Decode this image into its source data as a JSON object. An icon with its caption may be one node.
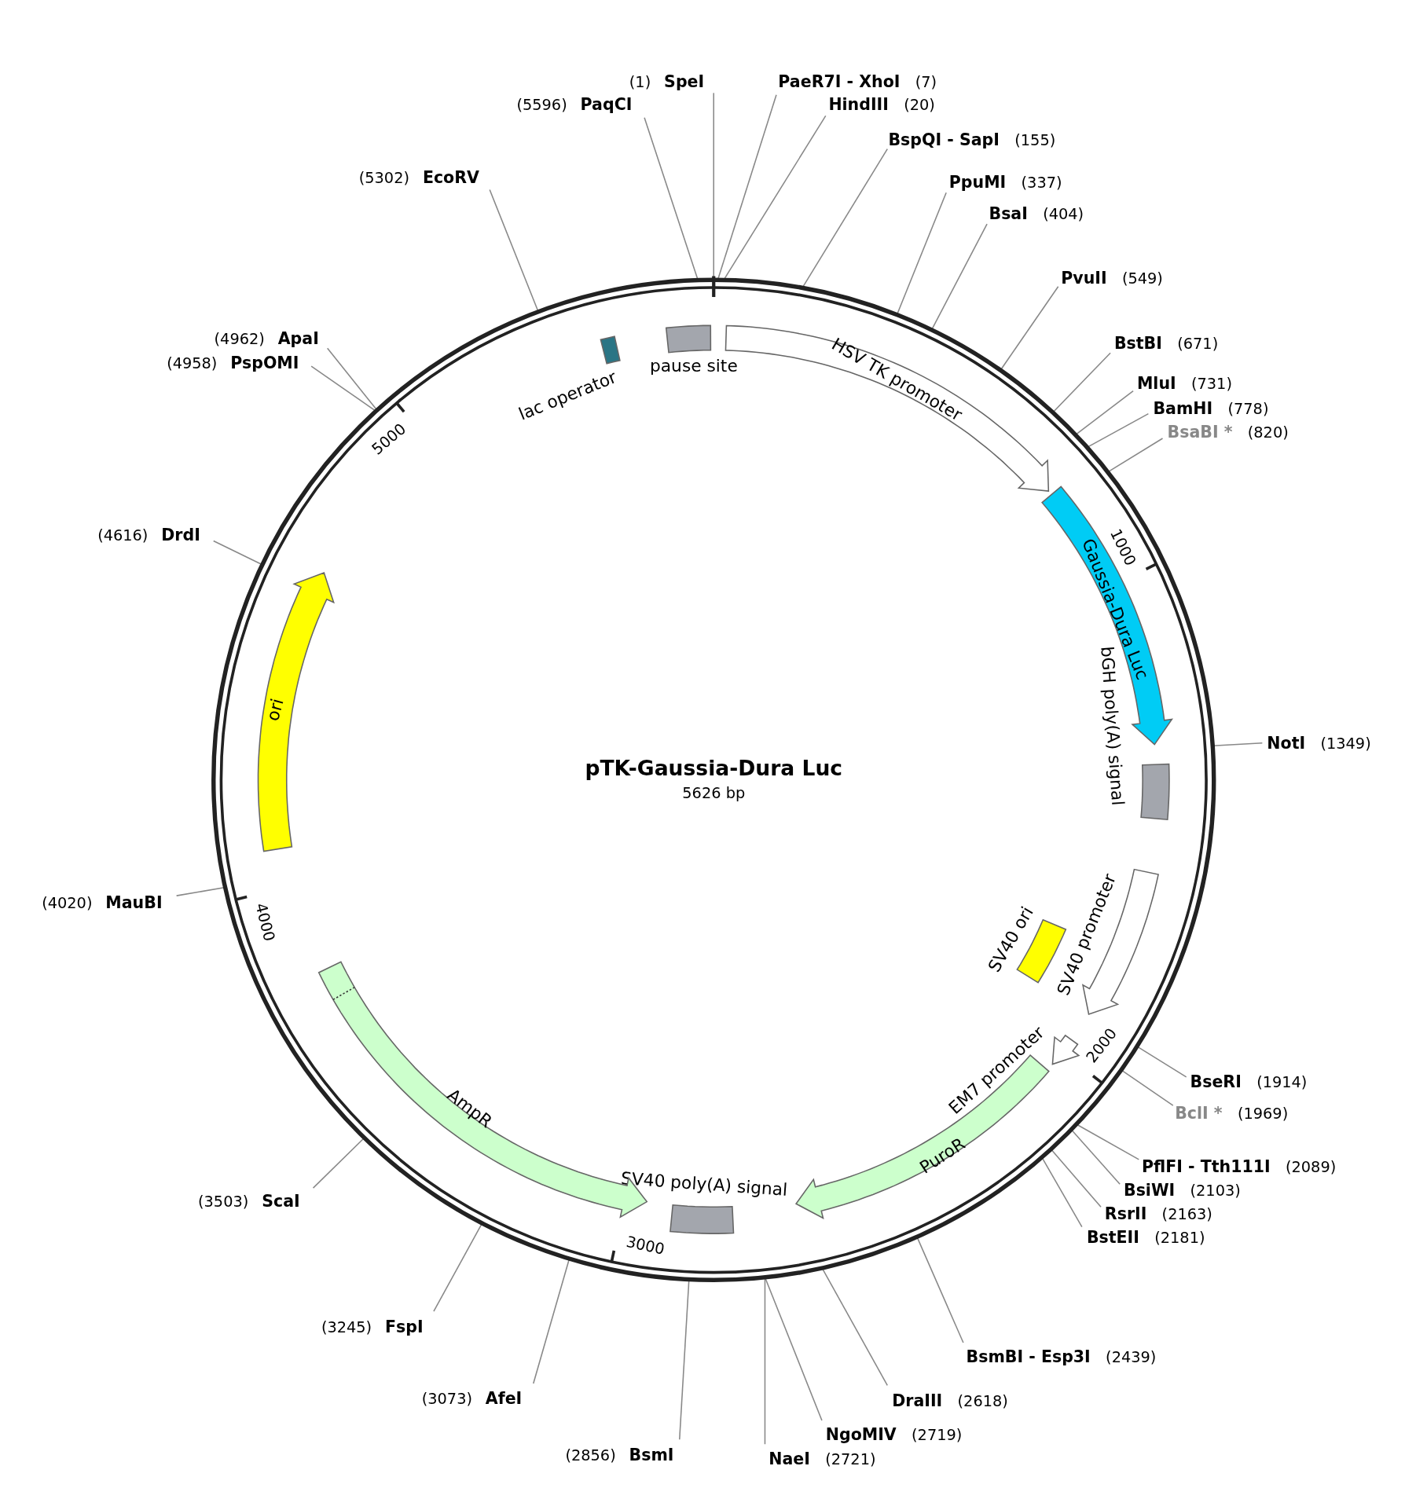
{
  "diagram": {
    "nodes": [
      {
        "text": [
          "pTK-Gaussia-Dura Luc",
          "5626 bp"
        ]
      },
      {
        "text": [
          "HSV TK promoter"
        ],
        "in": 0
      },
      {
        "text": [
          "Gaussia-Dura Luc"
        ],
        "in": 0
      },
      {
        "text": [
          "bGH poly(A) signal"
        ],
        "in": 0
      },
      {
        "text": [
          "SV40 promoter"
        ],
        "in": 0
      },
      {
        "text": [
          "SV40 ori"
        ],
        "in": 0
      },
      {
        "text": [
          "EM7 promoter"
        ],
        "in": 0
      },
      {
        "text": [
          "PuroR"
        ],
        "in": 0
      },
      {
        "text": [
          "SV40 poly(A) signal"
        ],
        "in": 0
      },
      {
        "text": [
          "AmpR"
        ],
        "in": 0
      },
      {
        "text": [
          "ori"
        ],
        "in": 0
      },
      {
        "text": [
          "lac operator"
        ],
        "in": 0
      },
      {
        "text": [
          "pause site"
        ],
        "in": 0
      },
      {
        "text": [
          "(1)",
          "SpeI"
        ]
      },
      {
        "text": [
          "PaeR7I - XhoI",
          "(7)"
        ]
      },
      {
        "text": [
          "HindIII",
          "(20)"
        ]
      },
      {
        "text": [
          "BspQI - SapI",
          "(155)"
        ]
      },
      {
        "text": [
          "PpuMI",
          "(337)"
        ]
      },
      {
        "text": [
          "BsaI",
          "(404)"
        ]
      },
      {
        "text": [
          "PvuII",
          "(549)"
        ]
      },
      {
        "text": [
          "BstBI",
          "(671)"
        ]
      },
      {
        "text": [
          "MluI",
          "(731)"
        ]
      },
      {
        "text": [
          "BamHI",
          "(778)"
        ]
      },
      {
        "text": [
          "BsaBI *",
          "(820)"
        ]
      },
      {
        "text": [
          "NotI",
          "(1349)"
        ]
      },
      {
        "text": [
          "BseRI",
          "(1914)"
        ]
      },
      {
        "text": [
          "BclI *",
          "(1969)"
        ]
      },
      {
        "text": [
          "PflFI - Tth111I",
          "(2089)"
        ]
      },
      {
        "text": [
          "BsiWI",
          "(2103)"
        ]
      },
      {
        "text": [
          "RsrII",
          "(2163)"
        ]
      },
      {
        "text": [
          "BstEII",
          "(2181)"
        ]
      },
      {
        "text": [
          "BsmBI - Esp3I",
          "(2439)"
        ]
      },
      {
        "text": [
          "DraIII",
          "(2618)"
        ]
      },
      {
        "text": [
          "NgoMIV",
          "(2719)"
        ]
      },
      {
        "text": [
          "NaeI",
          "(2721)"
        ]
      },
      {
        "text": [
          "(2856)",
          "BsmI"
        ]
      },
      {
        "text": [
          "(3073)",
          "AfeI"
        ]
      },
      {
        "text": [
          "(3245)",
          "FspI"
        ]
      },
      {
        "text": [
          "(3503)",
          "ScaI"
        ]
      },
      {
        "text": [
          "(4020)",
          "MauBI"
        ]
      },
      {
        "text": [
          "(4616)",
          "DrdI"
        ]
      },
      {
        "text": [
          "(4958)",
          "PspOMI"
        ]
      },
      {
        "text": [
          "(4962)",
          "ApaI"
        ]
      },
      {
        "text": [
          "(5302)",
          "EcoRV"
        ]
      },
      {
        "text": [
          "(5596)",
          "PaqCI"
        ]
      }
    ],
    "edges": [
      {
        "from": 13,
        "to": 0,
        "arrow": "none"
      },
      {
        "from": 14,
        "to": 0,
        "arrow": "none"
      },
      {
        "from": 15,
        "to": 0,
        "arrow": "none"
      },
      {
        "from": 16,
        "to": 0,
        "arrow": "none"
      },
      {
        "from": 17,
        "to": 0,
        "arrow": "none"
      },
      {
        "from": 18,
        "to": 0,
        "arrow": "none"
      },
      {
        "from": 19,
        "to": 0,
        "arrow": "none"
      },
      {
        "from": 20,
        "to": 0,
        "arrow": "none"
      },
      {
        "from": 21,
        "to": 0,
        "arrow": "none"
      },
      {
        "from": 22,
        "to": 0,
        "arrow": "none"
      },
      {
        "from": 23,
        "to": 0,
        "arrow": "none"
      },
      {
        "from": 24,
        "to": 0,
        "arrow": "none"
      },
      {
        "from": 25,
        "to": 0,
        "arrow": "none"
      },
      {
        "from": 26,
        "to": 0,
        "arrow": "none"
      },
      {
        "from": 27,
        "to": 0,
        "arrow": "none"
      },
      {
        "from": 28,
        "to": 0,
        "arrow": "none"
      },
      {
        "from": 29,
        "to": 0,
        "arrow": "none"
      },
      {
        "from": 30,
        "to": 0,
        "arrow": "none"
      },
      {
        "from": 31,
        "to": 0,
        "arrow": "none"
      },
      {
        "from": 32,
        "to": 0,
        "arrow": "none"
      },
      {
        "from": 33,
        "to": 0,
        "arrow": "none"
      },
      {
        "from": 34,
        "to": 0,
        "arrow": "none"
      },
      {
        "from": 35,
        "to": 0,
        "arrow": "none"
      },
      {
        "from": 36,
        "to": 0,
        "arrow": "none"
      },
      {
        "from": 37,
        "to": 0,
        "arrow": "none"
      },
      {
        "from": 38,
        "to": 0,
        "arrow": "none"
      },
      {
        "from": 39,
        "to": 0,
        "arrow": "none"
      },
      {
        "from": 40,
        "to": 0,
        "arrow": "none"
      },
      {
        "from": 41,
        "to": 0,
        "arrow": "none"
      },
      {
        "from": 42,
        "to": 0,
        "arrow": "none"
      },
      {
        "from": 43,
        "to": 0,
        "arrow": "none"
      },
      {
        "from": 44,
        "to": 0,
        "arrow": "none"
      }
    ],
    "labels": [
      "1000",
      "2000",
      "3000",
      "4000",
      "5000"
    ]
  }
}
